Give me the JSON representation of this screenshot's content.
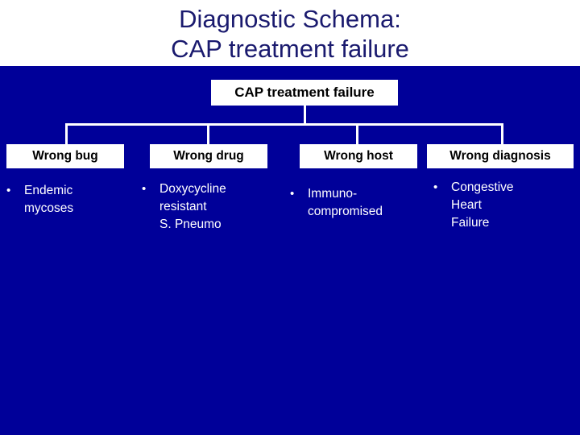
{
  "slide": {
    "background_color": "#000099",
    "title_band_color": "#ffffff",
    "title_text_color": "#1a1a6e",
    "node_box_color": "#ffffff",
    "node_text_color": "#000000",
    "body_text_color": "#ffffff",
    "connector_color": "#ffffff",
    "title": "Diagnostic Schema:\nCAP treatment failure"
  },
  "diagram": {
    "root": {
      "label": "CAP treatment failure"
    },
    "children": [
      {
        "label": "Wrong bug",
        "bullets": [
          {
            "marker": "•",
            "text": "Endemic\nmycoses"
          }
        ]
      },
      {
        "label": "Wrong drug",
        "bullets": [
          {
            "marker": "•",
            "text": "Doxycycline\nresistant\nS. Pneumo"
          }
        ]
      },
      {
        "label": "Wrong host",
        "bullets": [
          {
            "marker": "•",
            "text": "Immuno-\ncompromised"
          }
        ]
      },
      {
        "label": "Wrong diagnosis",
        "bullets": [
          {
            "marker": "•",
            "text": "Congestive\nHeart\nFailure"
          }
        ]
      }
    ]
  }
}
